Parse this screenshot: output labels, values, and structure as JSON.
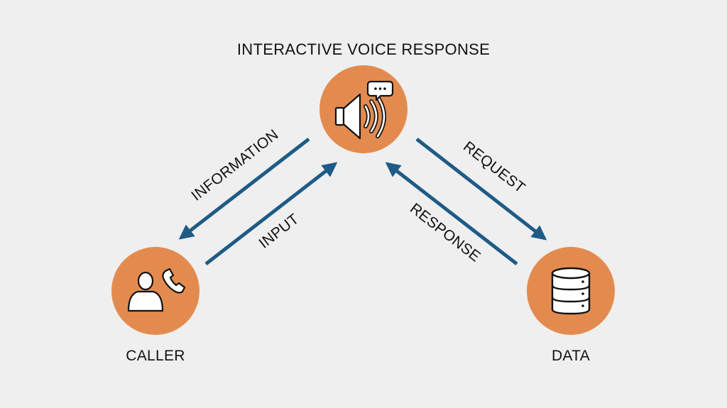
{
  "colors": {
    "background": "#efefef",
    "node_fill": "#e38b4f",
    "arrow": "#1e5b86",
    "icon": "#ffffff",
    "icon_stroke": "#111111",
    "text": "#111111"
  },
  "nodes": {
    "ivr": {
      "label": "INTERACTIVE VOICE RESPONSE",
      "icon": "speaker-speech-bubble-icon"
    },
    "caller": {
      "label": "CALLER",
      "icon": "person-phone-icon"
    },
    "data": {
      "label": "DATA",
      "icon": "database-icon"
    }
  },
  "edges": {
    "information": {
      "label": "INFORMATION",
      "from": "INTERACTIVE VOICE RESPONSE",
      "to": "CALLER"
    },
    "input": {
      "label": "INPUT",
      "from": "CALLER",
      "to": "INTERACTIVE VOICE RESPONSE"
    },
    "request": {
      "label": "REQUEST",
      "from": "INTERACTIVE VOICE RESPONSE",
      "to": "DATA"
    },
    "response": {
      "label": "RESPONSE",
      "from": "DATA",
      "to": "INTERACTIVE VOICE RESPONSE"
    }
  }
}
